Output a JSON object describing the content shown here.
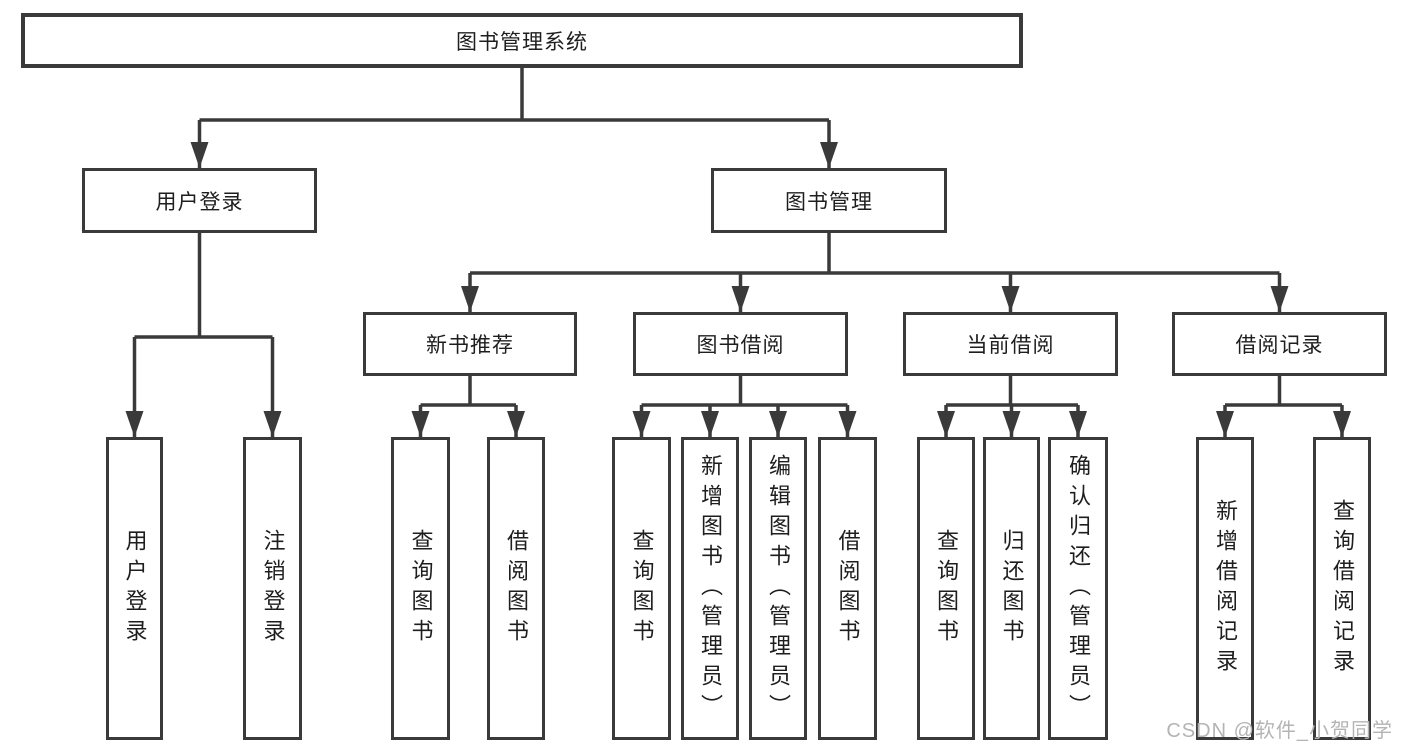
{
  "diagram": {
    "colors": {
      "line": "#3a3a3a",
      "text": "#1e1e1e",
      "background": "#ffffff",
      "watermark_gray": "#b4b4b4"
    },
    "nodes": {
      "root": "图书管理系统",
      "user_login": "用户登录",
      "book_mgmt": "图书管理",
      "new_book_rec": "新书推荐",
      "book_borrow": "图书借阅",
      "current_borrow": "当前借阅",
      "borrow_records": "借阅记录",
      "leaf_user_login": "用户登录",
      "leaf_logout": "注销登录",
      "leaf_nbr_query": "查询图书",
      "leaf_nbr_borrow": "借阅图书",
      "leaf_bb_query": "查询图书",
      "leaf_bb_add": "新增图书（管理员）",
      "leaf_bb_edit": "编辑图书（管理员）",
      "leaf_bb_borrow": "借阅图书",
      "leaf_cb_query": "查询图书",
      "leaf_cb_return": "归还图书",
      "leaf_cb_confirm": "确认归还（管理员）",
      "leaf_br_add": "新增借阅记录",
      "leaf_br_query": "查询借阅记录"
    },
    "watermark": "CSDN @软件_小贺同学"
  }
}
